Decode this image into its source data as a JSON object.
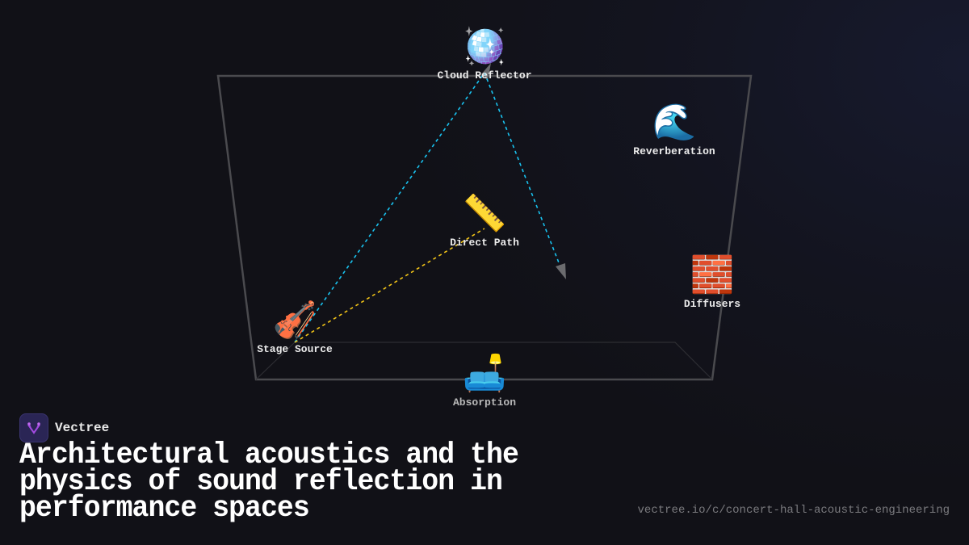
{
  "diagram": {
    "room_outline_color": "#4a4a4e",
    "ray_colors": {
      "reflected": "#19c3f0",
      "direct": "#f2c418"
    },
    "nodes": [
      {
        "id": "cloud-reflector",
        "label": "Cloud Reflector",
        "icon": "mirror-ball-icon",
        "glyph": "🪩"
      },
      {
        "id": "reverberation",
        "label": "Reverberation",
        "icon": "wave-icon",
        "glyph": "🌊"
      },
      {
        "id": "direct-path",
        "label": "Direct Path",
        "icon": "ruler-icon",
        "glyph": "📏"
      },
      {
        "id": "diffusers",
        "label": "Diffusers",
        "icon": "brick-icon",
        "glyph": "🧱"
      },
      {
        "id": "stage-source",
        "label": "Stage Source",
        "icon": "violin-icon",
        "glyph": "🎻"
      },
      {
        "id": "absorption",
        "label": "Absorption",
        "icon": "couch-lamp-icon",
        "glyph": "🛋️"
      }
    ],
    "rays": [
      {
        "from": "stage-source",
        "to": "cloud-reflector",
        "type": "reflected"
      },
      {
        "from": "cloud-reflector",
        "to": "audience",
        "type": "reflected"
      },
      {
        "from": "stage-source",
        "to": "direct-path",
        "type": "direct"
      }
    ]
  },
  "brand": {
    "name": "Vectree"
  },
  "title": "Architectural acoustics and the physics of sound reflection in performance spaces",
  "url": "vectree.io/c/concert-hall-acoustic-engineering"
}
